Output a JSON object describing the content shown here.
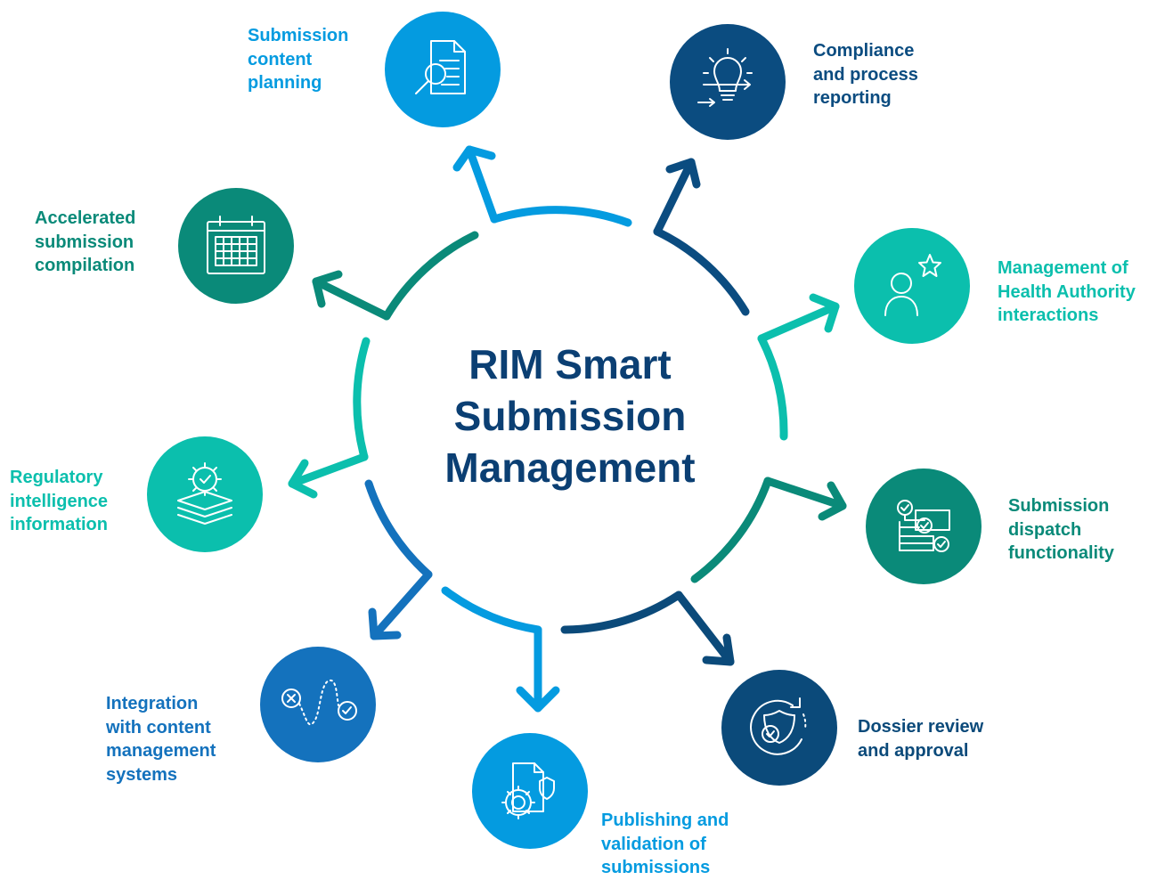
{
  "title": "RIM Smart\nSubmission\nManagement",
  "colors": {
    "title": "#0b3f73",
    "light_blue": "#049be0",
    "navy": "#0b4c80",
    "teal_light": "#0bbfad",
    "teal_dark": "#0a8a79",
    "mid_blue": "#1472bd",
    "dossier_navy": "#0b4a7a"
  },
  "items": [
    {
      "label": "Submission\ncontent\nplanning",
      "icon": "document-search-icon",
      "color": "#049be0"
    },
    {
      "label": "Compliance\nand process\nreporting",
      "icon": "lightbulb-icon",
      "color": "#0b4c80"
    },
    {
      "label": "Management of\nHealth Authority\ninteractions",
      "icon": "user-star-icon",
      "color": "#0bbfad"
    },
    {
      "label": "Submission\ndispatch\nfunctionality",
      "icon": "checklist-flow-icon",
      "color": "#0a8a79"
    },
    {
      "label": "Dossier review\nand approval",
      "icon": "shield-check-icon",
      "color": "#0b4a7a"
    },
    {
      "label": "Publishing and\nvalidation of\nsubmissions",
      "icon": "document-gear-icon",
      "color": "#049be0"
    },
    {
      "label": "Integration\nwith content\nmanagement\nsystems",
      "icon": "path-x-check-icon",
      "color": "#1472bd"
    },
    {
      "label": "Regulatory\nintelligence\ninformation",
      "icon": "layers-gear-icon",
      "color": "#0bbfad"
    },
    {
      "label": "Accelerated\nsubmission\ncompilation",
      "icon": "calendar-icon",
      "color": "#0a8a79"
    }
  ]
}
